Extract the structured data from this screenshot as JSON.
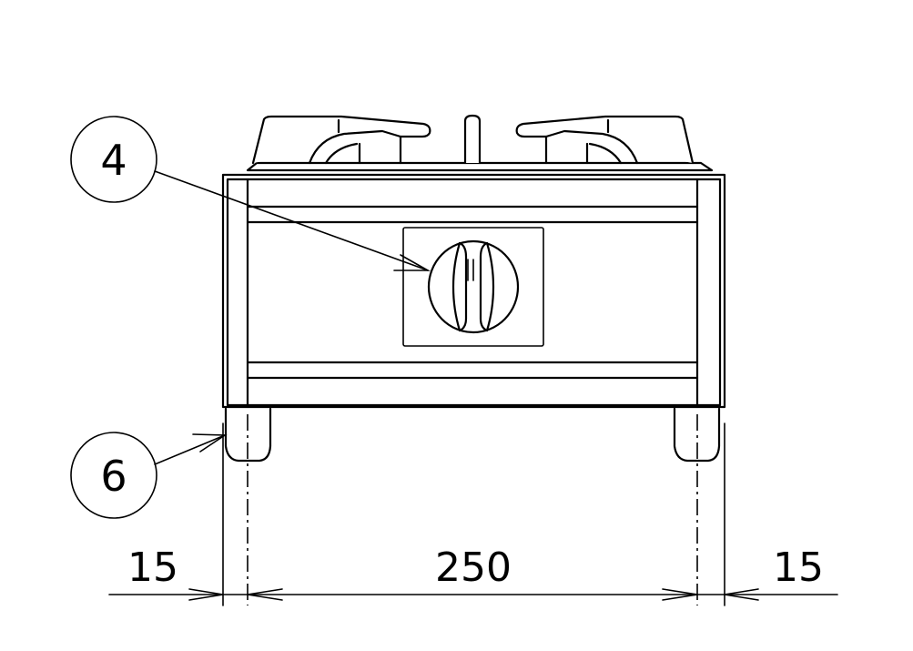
{
  "callouts": {
    "knob": "4",
    "foot": "6"
  },
  "dimensions": {
    "left": "15",
    "center": "250",
    "right": "15"
  }
}
